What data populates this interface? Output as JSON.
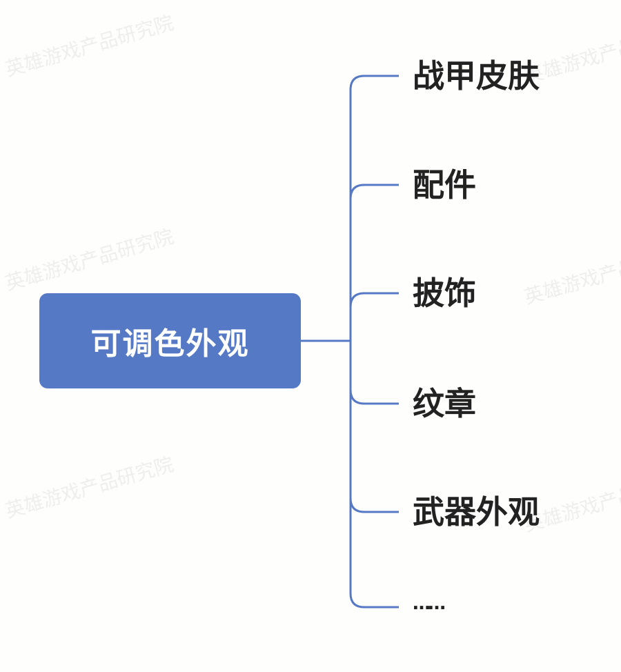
{
  "watermark": "英雄游戏产品研究院",
  "root": {
    "label": "可调色外观"
  },
  "branches": [
    {
      "label": "战甲皮肤"
    },
    {
      "label": "配件"
    },
    {
      "label": "披饰"
    },
    {
      "label": "纹章"
    },
    {
      "label": "武器外观"
    },
    {
      "label": "……"
    }
  ],
  "colors": {
    "accent": "#5679c5",
    "line": "#5679c5",
    "text": "#222222"
  }
}
